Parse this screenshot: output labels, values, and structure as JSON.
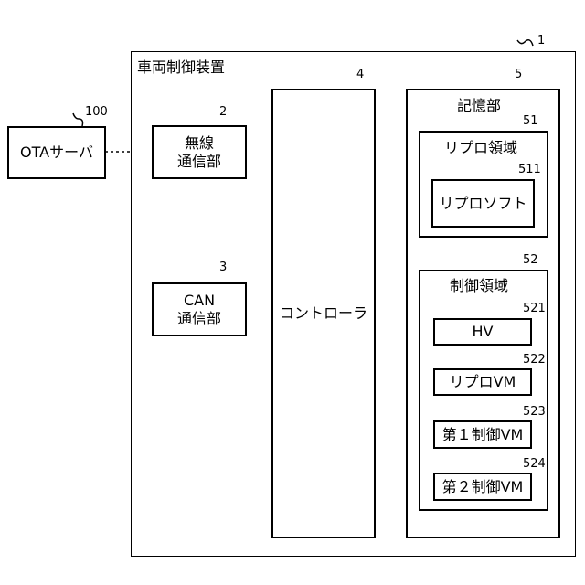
{
  "refs": {
    "system": "1",
    "ota": "100",
    "wireless": "2",
    "can": "3",
    "controller": "4",
    "storage": "5",
    "repro_area": "51",
    "repro_soft": "511",
    "control_area": "52",
    "hv": "521",
    "repro_vm": "522",
    "vm1": "523",
    "vm2": "524"
  },
  "labels": {
    "system": "車両制御装置",
    "ota": "OTAサーバ",
    "wireless_line1": "無線",
    "wireless_line2": "通信部",
    "can_line1": "CAN",
    "can_line2": "通信部",
    "controller": "コントローラ",
    "storage": "記憶部",
    "repro_area": "リプロ領域",
    "repro_soft": "リプロソフト",
    "control_area": "制御領域",
    "hv": "HV",
    "repro_vm": "リプロVM",
    "vm1": "第１制御VM",
    "vm2": "第２制御VM"
  }
}
